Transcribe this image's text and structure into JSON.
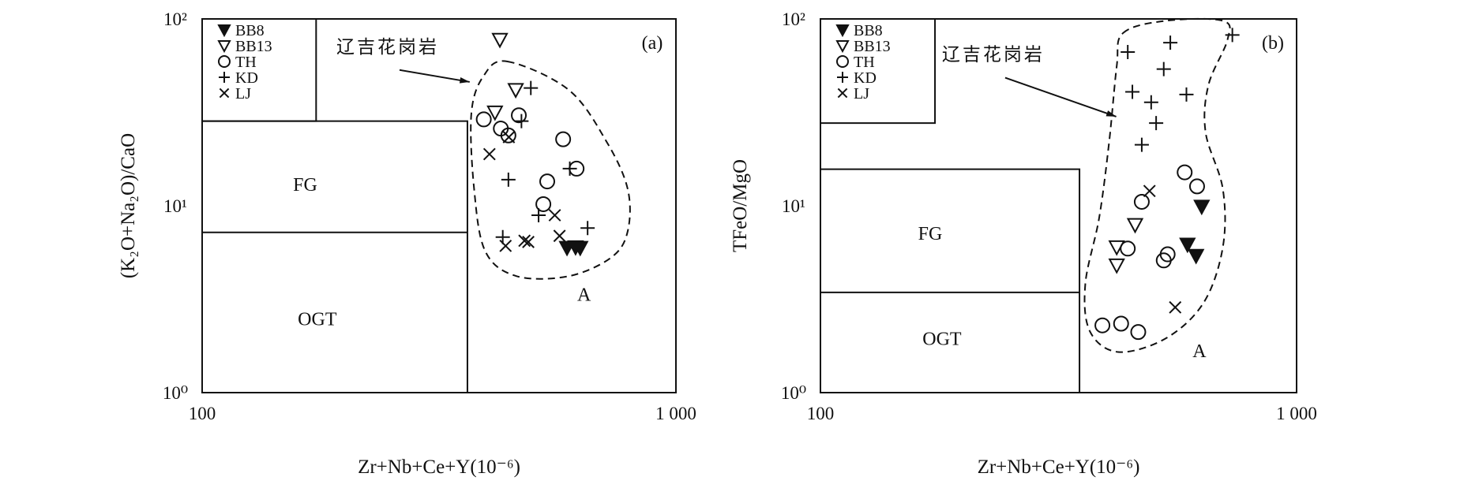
{
  "chart_data": [
    {
      "type": "scatter",
      "panel_label": "(a)",
      "xlabel": "Zr+Nb+Ce+Y(10⁻⁶)",
      "ylabel": "(K₂O+Na₂O)/CaO",
      "xscale": "log",
      "yscale": "log",
      "xlim": [
        100,
        1000
      ],
      "ylim": [
        1,
        100
      ],
      "xticks": [
        {
          "value": 100,
          "label": "100"
        },
        {
          "value": 1000,
          "label": "1 000"
        }
      ],
      "yticks": [
        {
          "value": 1,
          "label": "10⁰"
        },
        {
          "value": 10,
          "label": "10¹"
        },
        {
          "value": 100,
          "label": "10²"
        }
      ],
      "legend_position": "top-left",
      "fields": {
        "fg_a_x": 363,
        "fg_top_y": 28.4,
        "fg_ogt_y": 7.2,
        "legend_box_x": 174,
        "legend_box_y": 28.4
      },
      "region_labels": [
        {
          "text": "FG",
          "x": 165,
          "y": 12
        },
        {
          "text": "OGT",
          "x": 175,
          "y": 2.3
        },
        {
          "text": "A",
          "x": 640,
          "y": 3.1
        }
      ],
      "annotation": {
        "text": "辽吉花岗岩",
        "tx": 192,
        "ty": 66,
        "ax": 367,
        "ay": 46
      },
      "envelope": [
        [
          441,
          59.2
        ],
        [
          594,
          41.7
        ],
        [
          714,
          22
        ],
        [
          791,
          12.3
        ],
        [
          791,
          7.3
        ],
        [
          731,
          5.3
        ],
        [
          594,
          4.2
        ],
        [
          461,
          4.2
        ],
        [
          396,
          5.7
        ],
        [
          375,
          12.3
        ],
        [
          370,
          31.2
        ],
        [
          393,
          49.7
        ]
      ],
      "series": [
        {
          "name": "BB8",
          "marker": "filled-down-triangle",
          "points": [
            [
              589,
              5.96
            ],
            [
              614,
              6.0
            ],
            [
              628,
              5.96
            ]
          ]
        },
        {
          "name": "BB13",
          "marker": "open-down-triangle",
          "points": [
            [
              425,
              77.4
            ],
            [
              459,
              41.7
            ],
            [
              415,
              31.6
            ]
          ]
        },
        {
          "name": "TH",
          "marker": "circle",
          "points": [
            [
              393,
              29
            ],
            [
              427,
              25.9
            ],
            [
              466,
              30.5
            ],
            [
              443,
              23.8
            ],
            [
              578,
              22.7
            ],
            [
              617,
              15.8
            ],
            [
              535,
              13.5
            ],
            [
              525,
              10.2
            ]
          ]
        },
        {
          "name": "KD",
          "marker": "plus",
          "points": [
            [
              494,
              42.7
            ],
            [
              472,
              28.4
            ],
            [
              443,
              13.8
            ],
            [
              597,
              15.8
            ],
            [
              513,
              8.9
            ],
            [
              431,
              6.8
            ],
            [
              651,
              7.6
            ]
          ]
        },
        {
          "name": "LJ",
          "marker": "cross",
          "points": [
            [
              404,
              18.9
            ],
            [
              444,
              23.3
            ],
            [
              555,
              8.9
            ],
            [
              568,
              6.9
            ],
            [
              437,
              6.1
            ],
            [
              479,
              6.5
            ],
            [
              488,
              6.4
            ]
          ]
        }
      ]
    },
    {
      "type": "scatter",
      "panel_label": "(b)",
      "xlabel": "Zr+Nb+Ce+Y(10⁻⁶)",
      "ylabel": "TFeO/MgO",
      "xscale": "log",
      "yscale": "log",
      "xlim": [
        100,
        1000
      ],
      "ylim": [
        1,
        100
      ],
      "xticks": [
        {
          "value": 100,
          "label": "100"
        },
        {
          "value": 1000,
          "label": "1 000"
        }
      ],
      "yticks": [
        {
          "value": 1,
          "label": "10⁰"
        },
        {
          "value": 10,
          "label": "10¹"
        },
        {
          "value": 100,
          "label": "10²"
        }
      ],
      "legend_position": "top-left",
      "fields": {
        "fg_a_x": 350,
        "fg_top_y": 15.7,
        "fg_ogt_y": 3.44,
        "legend_box_x": 174,
        "legend_box_y": 27.7
      },
      "region_labels": [
        {
          "text": "FG",
          "x": 170,
          "y": 6.6
        },
        {
          "text": "OGT",
          "x": 180,
          "y": 1.8
        },
        {
          "text": "A",
          "x": 625,
          "y": 1.55
        }
      ],
      "annotation": {
        "text": "辽吉花岗岩",
        "tx": 180,
        "ty": 60,
        "ax": 418,
        "ay": 30
      },
      "envelope": [
        [
          432,
          84
        ],
        [
          531,
          97.7
        ],
        [
          700,
          97.7
        ],
        [
          716,
          77.4
        ],
        [
          653,
          44.3
        ],
        [
          644,
          24.7
        ],
        [
          700,
          12.3
        ],
        [
          700,
          6.0
        ],
        [
          638,
          3.03
        ],
        [
          531,
          1.95
        ],
        [
          422,
          1.65
        ],
        [
          368,
          2.13
        ],
        [
          360,
          3.82
        ],
        [
          385,
          8.65
        ],
        [
          404,
          22
        ],
        [
          419,
          55.8
        ]
      ],
      "series": [
        {
          "name": "BB8",
          "marker": "filled-down-triangle",
          "points": [
            [
              632,
              9.9
            ],
            [
              590,
              6.2
            ],
            [
              615,
              5.4
            ]
          ]
        },
        {
          "name": "BB13",
          "marker": "open-down-triangle",
          "points": [
            [
              458,
              7.9
            ],
            [
              419,
              6.0
            ],
            [
              419,
              4.8
            ]
          ]
        },
        {
          "name": "TH",
          "marker": "circle",
          "points": [
            [
              582,
              15.1
            ],
            [
              618,
              12.7
            ],
            [
              473,
              10.5
            ],
            [
              442,
              5.9
            ],
            [
              526,
              5.1
            ],
            [
              536,
              5.5
            ],
            [
              391,
              2.29
            ],
            [
              428,
              2.34
            ],
            [
              465,
              2.11
            ]
          ]
        },
        {
          "name": "KD",
          "marker": "plus",
          "points": [
            [
              442,
              66.5
            ],
            [
              543,
              74.6
            ],
            [
              733,
              82
            ],
            [
              526,
              53.9
            ],
            [
              452,
              40.7
            ],
            [
              495,
              35.8
            ],
            [
              507,
              27.7
            ],
            [
              473,
              21.2
            ],
            [
              587,
              39.4
            ]
          ]
        },
        {
          "name": "LJ",
          "marker": "cross",
          "points": [
            [
              491,
              12
            ],
            [
              556,
              2.86
            ]
          ]
        }
      ]
    }
  ]
}
